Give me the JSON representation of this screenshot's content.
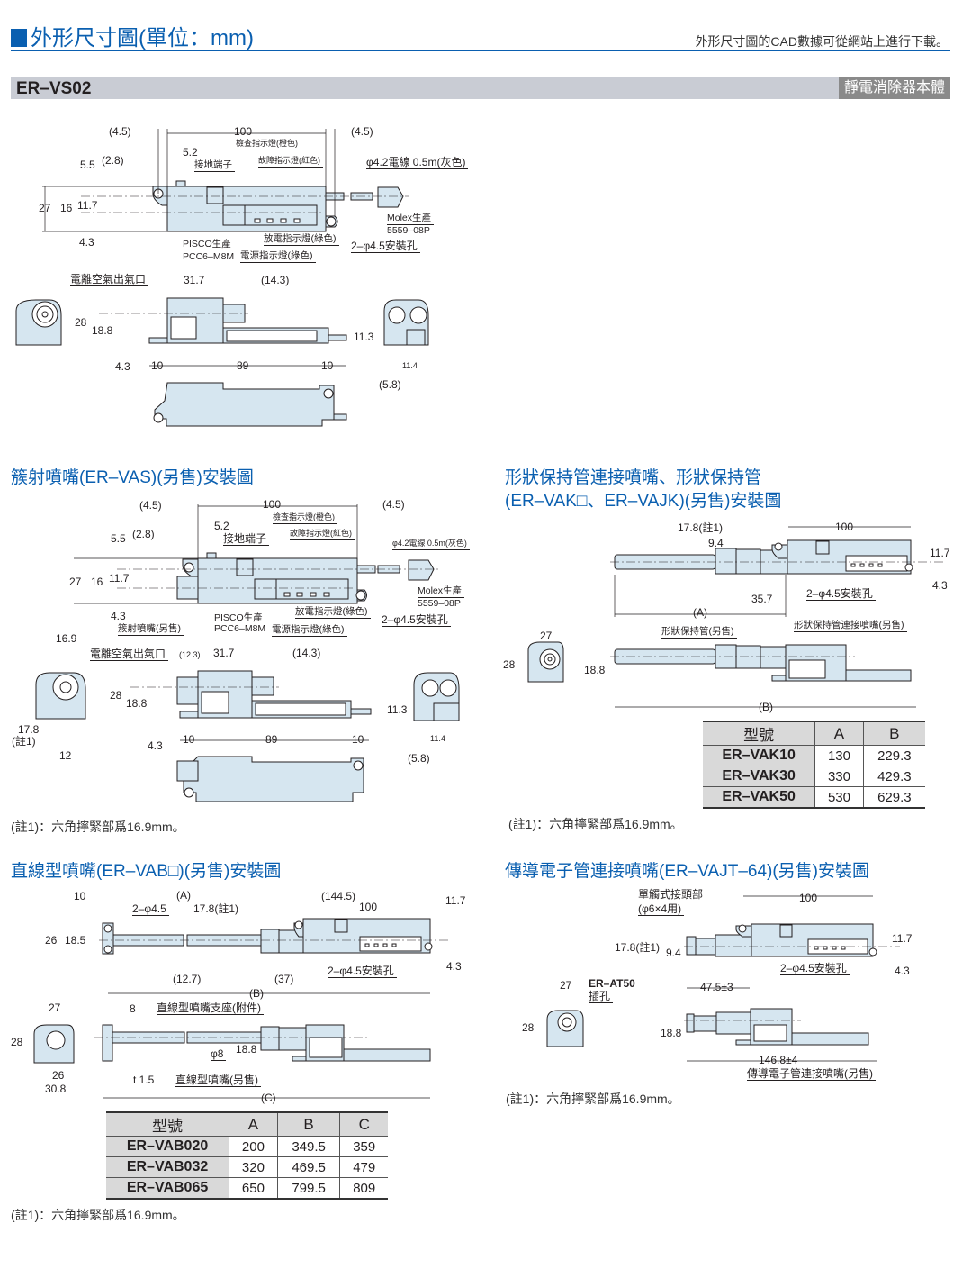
{
  "header": {
    "title": "外形尺寸圖(單位：mm)",
    "cad_note": "外形尺寸圖的CAD數據可從網站上進行下載。"
  },
  "section_bar": {
    "model": "ER–VS02",
    "tag": "靜電消除器本體"
  },
  "colors": {
    "accent": "#0a5fb0",
    "bar": "#c9ccd4",
    "tag": "#8a8a8a",
    "body_fill": "#d6e6f0"
  },
  "vs02": {
    "labels": [
      "(4.5)",
      "100",
      "(4.5)",
      "檢查指示燈(橙色)",
      "5.2",
      "故障指示燈(紅色)",
      "φ4.2電線 0.5m(灰色)",
      "5.5",
      "(2.8)",
      "接地端子",
      "27",
      "16",
      "11.7",
      "Molex生產",
      "5559–08P",
      "4.3",
      "放電指示燈(綠色)",
      "2–φ4.5安裝孔",
      "PISCO生產",
      "PCC6–M8M",
      "電源指示燈(綠色)",
      "電離空氣出氣口",
      "31.7",
      "(14.3)",
      "28",
      "18.8",
      "11.3",
      "4.3",
      "10",
      "89",
      "10",
      "11.4",
      "(5.8)"
    ]
  },
  "vas": {
    "title": "簇射噴嘴(ER–VAS)(另售)安裝圖",
    "labels": [
      "(4.5)",
      "100",
      "(4.5)",
      "檢查指示燈(橙色)",
      "5.2",
      "故障指示燈(紅色)",
      "φ4.2電線 0.5m(灰色)",
      "5.5",
      "(2.8)",
      "接地端子",
      "27",
      "16",
      "11.7",
      "Molex生產",
      "5559–08P",
      "4.3",
      "放電指示燈(綠色)",
      "2–φ4.5安裝孔",
      "PISCO生產",
      "PCC6–M8M",
      "簇射噴嘴(另售)",
      "電源指示燈(綠色)",
      "16.9",
      "電離空氣出氣口",
      "(12.3)",
      "31.7",
      "(14.3)",
      "28",
      "18.8",
      "11.3",
      "17.8",
      "(註1)",
      "4.3",
      "10",
      "89",
      "10",
      "11.4",
      "12",
      "(5.8)"
    ],
    "note": "(註1)：六角擰緊部爲16.9mm。"
  },
  "vak": {
    "title_line1": "形狀保持管連接噴嘴、形狀保持管",
    "title_line2": "(ER–VAK□、ER–VAJK)(另售)安裝圖",
    "labels": [
      "17.8(註1)",
      "9.4",
      "100",
      "11.7",
      "4.3",
      "35.7",
      "2–φ4.5安裝孔",
      "(A)",
      "27",
      "形狀保持管(另售)",
      "形狀保持管連接噴嘴(另售)",
      "28",
      "18.8",
      "(B)"
    ],
    "table": {
      "headers": [
        "型號",
        "A",
        "B"
      ],
      "rows": [
        [
          "ER–VAK10",
          "130",
          "229.3"
        ],
        [
          "ER–VAK30",
          "330",
          "429.3"
        ],
        [
          "ER–VAK50",
          "530",
          "629.3"
        ]
      ]
    },
    "note": "(註1)：六角擰緊部爲16.9mm。"
  },
  "vab": {
    "title": "直線型噴嘴(ER–VAB□)(另售)安裝圖",
    "labels": [
      "10",
      "(A)",
      "(144.5)",
      "11.7",
      "2–φ4.5",
      "17.8(註1)",
      "100",
      "26",
      "18.5",
      "4.3",
      "2–φ4.5安裝孔",
      "(12.7)",
      "(37)",
      "(B)",
      "27",
      "8",
      "直線型噴嘴支座(附件)",
      "28",
      "φ8",
      "18.8",
      "26",
      "30.8",
      "t 1.5",
      "直線型噴嘴(另售)",
      "(C)"
    ],
    "table": {
      "headers": [
        "型號",
        "A",
        "B",
        "C"
      ],
      "rows": [
        [
          "ER–VAB020",
          "200",
          "349.5",
          "359"
        ],
        [
          "ER–VAB032",
          "320",
          "469.5",
          "479"
        ],
        [
          "ER–VAB065",
          "650",
          "799.5",
          "809"
        ]
      ]
    },
    "note": "(註1)：六角擰緊部爲16.9mm。"
  },
  "vajt": {
    "title": "傳導電子管連接噴嘴(ER–VAJT–64)(另售)安裝圖",
    "labels": [
      "單觸式接頭部",
      "(φ6×4用)",
      "100",
      "17.8(註1)",
      "9.4",
      "11.7",
      "2–φ4.5安裝孔",
      "4.3",
      "27",
      "ER–AT50",
      "插孔",
      "47.5±3",
      "28",
      "18.8",
      "146.8±4",
      "傳導電子管連接噴嘴(另售)"
    ],
    "note": "(註1)：六角擰緊部爲16.9mm。"
  }
}
